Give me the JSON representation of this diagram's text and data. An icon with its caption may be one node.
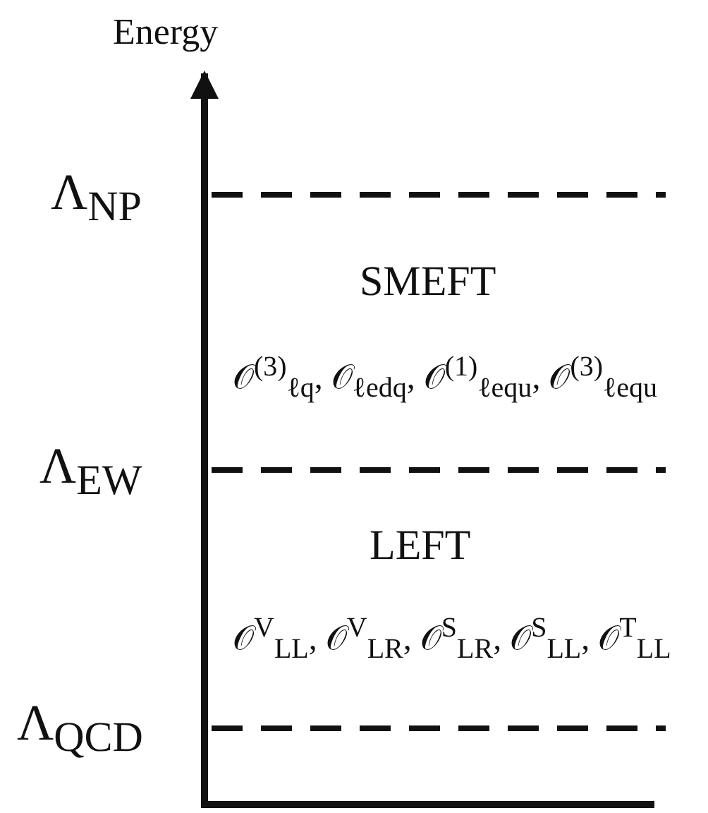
{
  "diagram": {
    "labels": [
      "Energy",
      "Λ$_{NP}$",
      "SMEFT",
      "𝒪$^{(3)}$$_{ℓq}$, 𝒪$_{ℓedq}$, 𝒪$^{(1)}$$_{ℓequ}$, 𝒪$^{(3)}$$_{ℓequ}$",
      "Λ$_{EW}$",
      "LEFT",
      "𝒪$^{V}$$_{LL}$, 𝒪$^{V}$$_{LR}$, 𝒪$^{S}$$_{LR}$, 𝒪$^{S}$$_{LL}$, 𝒪$^{T}$$_{LL}$",
      "Λ$_{QCD}$"
    ]
  }
}
